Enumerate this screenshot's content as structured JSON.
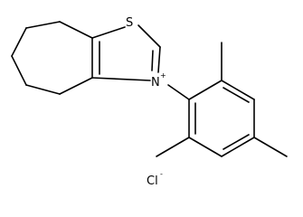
{
  "structure": {
    "atoms": {
      "sulfur": "S",
      "nitrogen": "N",
      "nitrogen_charge": "+",
      "chloride": "Cl",
      "chloride_charge": "-"
    }
  }
}
